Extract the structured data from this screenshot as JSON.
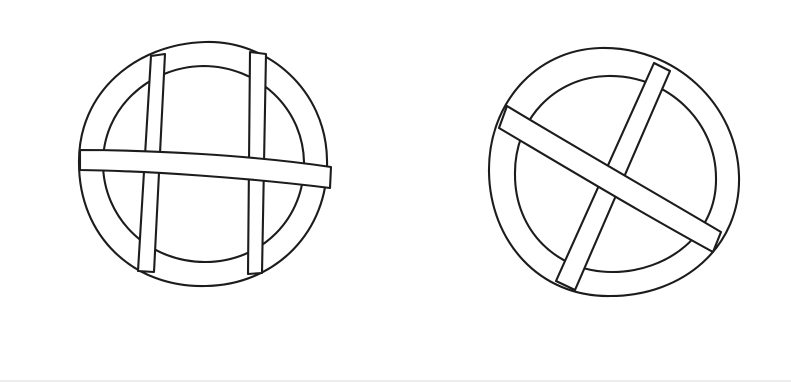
{
  "figures": [
    {
      "id": "left-ring",
      "strip_count": 3
    },
    {
      "id": "right-ring",
      "strip_count": 2
    }
  ],
  "colors": {
    "ink": "#1c1c1c",
    "paper": "#ffffff",
    "rule": "#ececec"
  }
}
